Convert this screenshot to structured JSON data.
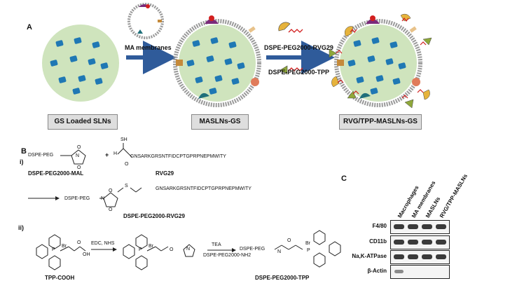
{
  "panels": {
    "a": "A",
    "b": "B",
    "c": "C"
  },
  "panel_a": {
    "arrow1_label": "MA membranes",
    "arrow2_top_label": "DSPE-PEG2000-RVG29",
    "arrow2_bottom_label": "DSPE-PEG2000-TPP",
    "cap1": "GS Loaded SLNs",
    "cap2": "MASLNs-GS",
    "cap3": "RVG/TPP-MASLNs-GS"
  },
  "panel_b": {
    "sub_i": "i)",
    "sub_ii": "ii)",
    "dspe_peg_top": "DSPE-PEG",
    "mal_name": "DSPE-PEG2000-MAL",
    "plus": "+",
    "sh": "SH",
    "peptide_seq": "GNSARKGRSNTFIDCPTGPRPNEPMWITY",
    "rvg29": "RVG29",
    "product_prefix": "DSPE-PEG",
    "product_name": "DSPE-PEG2000-RVG29",
    "tpp_cooh": "TPP-COOH",
    "reagents_1": "EDC, NHS",
    "reagents_2_top": "TEA",
    "reagents_2_bottom": "DSPE-PEG2000-NH2",
    "tpp_product_prefix": "DSPE-PEG",
    "tpp_product": "DSPE-PEG2000-TPP",
    "br": "Br",
    "oh": "OH",
    "o": "O",
    "n": "N",
    "p": "P",
    "s": "S",
    "h": "H"
  },
  "panel_c": {
    "lanes": [
      "Macrophages",
      "MA membranes",
      "MASLNs",
      "RVG/TPP-MASLNs"
    ],
    "rows": [
      {
        "label": "F4/80"
      },
      {
        "label": "CD11b"
      },
      {
        "label": "Na,K-ATPase"
      },
      {
        "label": "β-Actin"
      }
    ]
  },
  "colors": {
    "particle_fill": "#cfe4bd",
    "drug_blue": "#1f78b4",
    "arrow_blue": "#2f5b9a",
    "lipid_grey": "#9a9a9a",
    "rvg_yellow": "#e6b33c",
    "tpp_green": "#8fa83a",
    "linker_red": "#d21f1f"
  }
}
